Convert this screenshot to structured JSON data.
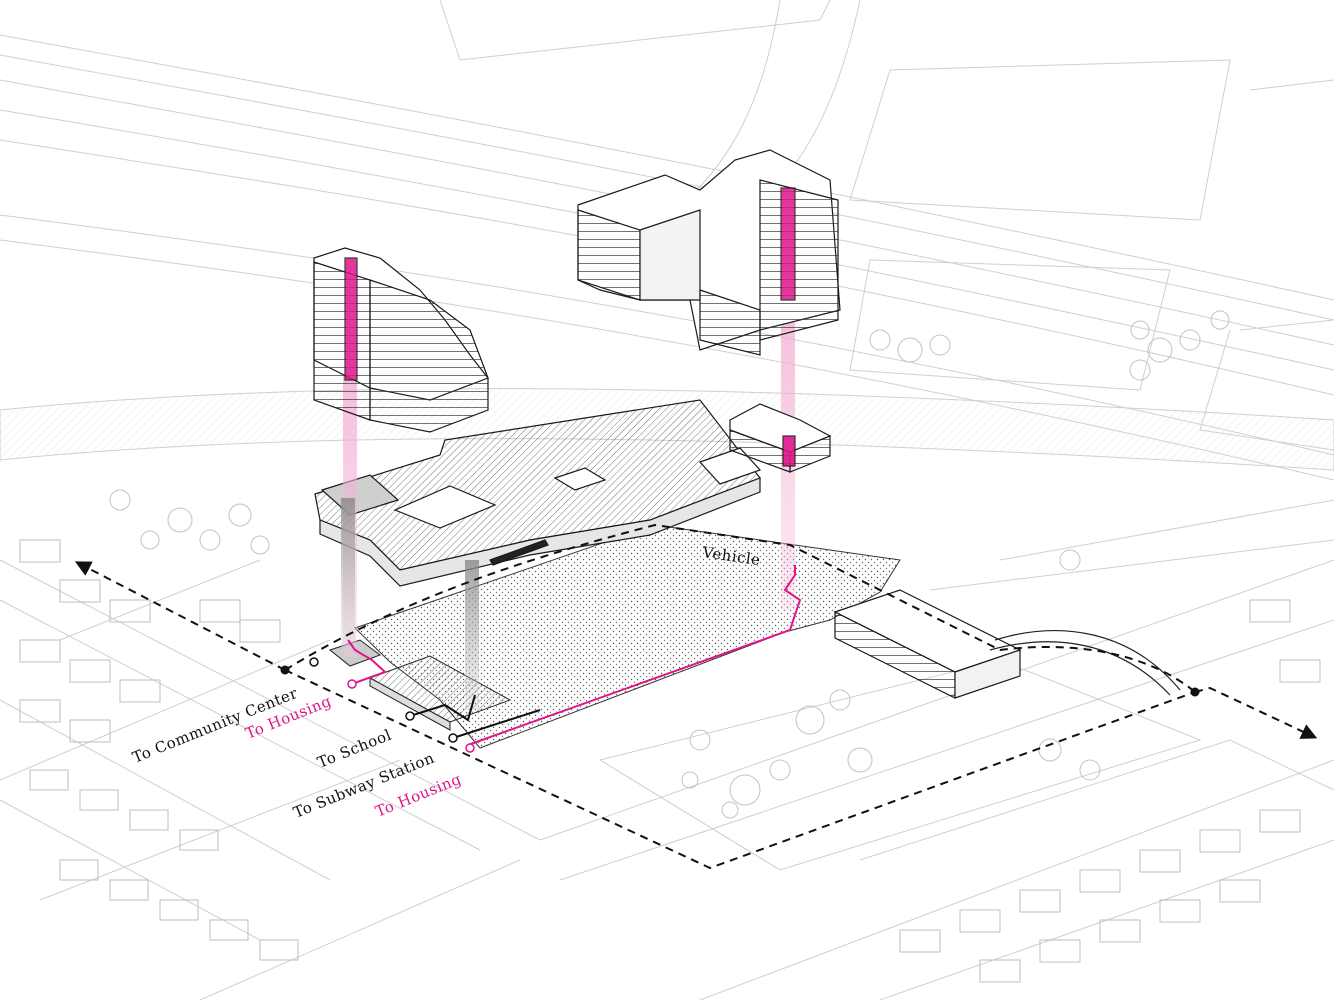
{
  "colors": {
    "background": "#ffffff",
    "context_lines": "#c8c8c8",
    "building_stroke": "#1a1a1a",
    "accent_pink": "#e0158a",
    "pink_glow": "#f3a9cf",
    "route_dashed": "#111111"
  },
  "labels": {
    "vehicle": "Vehicle",
    "community_center": "To Community Center",
    "housing_1": "To Housing",
    "school": "To School",
    "subway": "To Subway Station",
    "housing_2": "To Housing"
  }
}
